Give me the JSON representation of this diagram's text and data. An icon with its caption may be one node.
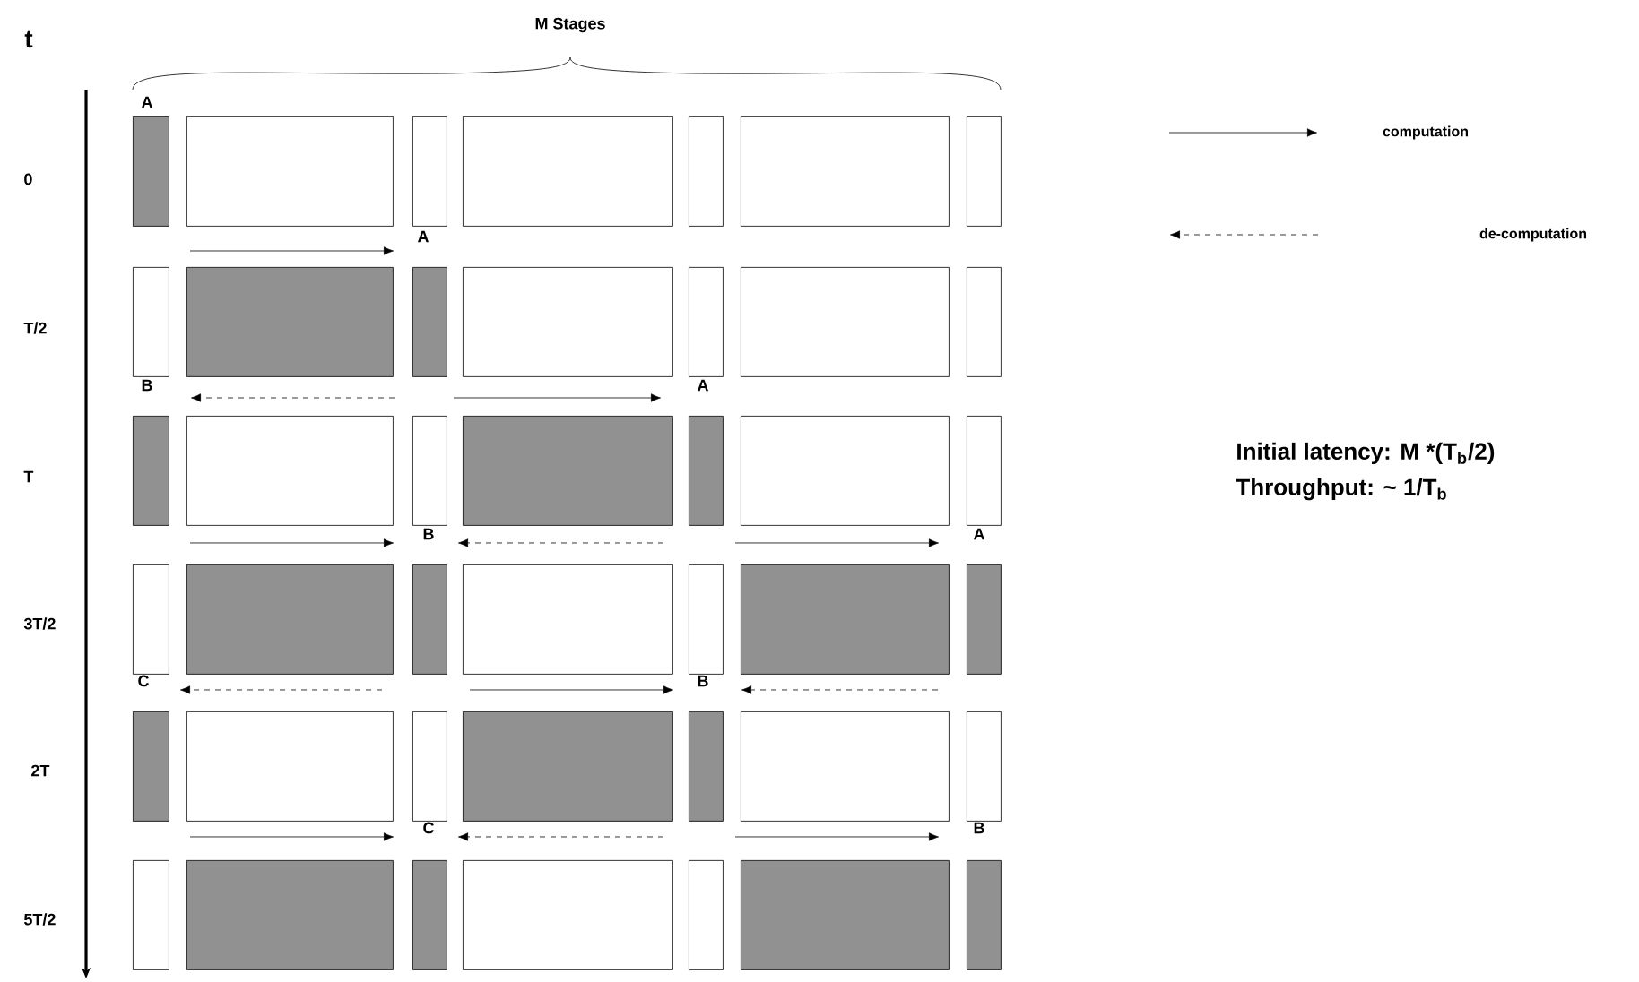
{
  "diagram": {
    "nodes": [
      {
        "text": [],
        "shape": "box"
      },
      {
        "text": [],
        "shape": "box"
      },
      {
        "text": [],
        "shape": "box"
      },
      {
        "text": [],
        "shape": "box"
      },
      {
        "text": [],
        "shape": "box"
      },
      {
        "text": [],
        "shape": "box"
      },
      {
        "text": [],
        "shape": "box"
      },
      {
        "text": [],
        "shape": "box"
      },
      {
        "text": [],
        "shape": "box"
      },
      {
        "text": [],
        "shape": "box"
      },
      {
        "text": [],
        "shape": "box"
      },
      {
        "text": [],
        "shape": "box"
      },
      {
        "text": [],
        "shape": "box"
      },
      {
        "text": [],
        "shape": "box"
      },
      {
        "text": [],
        "shape": "box"
      },
      {
        "text": [],
        "shape": "box"
      },
      {
        "text": [],
        "shape": "box"
      },
      {
        "text": [],
        "shape": "box"
      },
      {
        "text": [],
        "shape": "box"
      },
      {
        "text": [],
        "shape": "box"
      },
      {
        "text": [],
        "shape": "box"
      },
      {
        "text": [],
        "shape": "box"
      },
      {
        "text": [],
        "shape": "box"
      },
      {
        "text": [],
        "shape": "box"
      },
      {
        "text": [],
        "shape": "box"
      },
      {
        "text": [],
        "shape": "box"
      },
      {
        "text": [],
        "shape": "box"
      },
      {
        "text": [],
        "shape": "box"
      },
      {
        "text": [],
        "shape": "box"
      },
      {
        "text": [],
        "shape": "box"
      },
      {
        "text": [],
        "shape": "box"
      },
      {
        "text": [],
        "shape": "box"
      },
      {
        "text": [],
        "shape": "box"
      },
      {
        "text": [],
        "shape": "box"
      },
      {
        "text": [],
        "shape": "box"
      },
      {
        "text": [],
        "shape": "box"
      },
      {
        "text": [],
        "shape": "box"
      },
      {
        "text": [],
        "shape": "box"
      },
      {
        "text": [],
        "shape": "box"
      },
      {
        "text": [],
        "shape": "box"
      },
      {
        "text": [],
        "shape": "box"
      },
      {
        "text": [],
        "shape": "box"
      }
    ],
    "labels": [
      "t",
      "M Stages",
      "A",
      "0",
      "A",
      "T/2",
      "B",
      "A",
      "T",
      "B",
      "A",
      "3T/2",
      "C",
      "B",
      "2T",
      "C",
      "B",
      "5T/2",
      "Initial latency: M *(T$_{b}$/2)",
      "Throughput: ~ 1/T$_{b}$"
    ],
    "legend": [
      {
        "text": "computation"
      },
      {
        "text": "de-computation"
      }
    ]
  }
}
